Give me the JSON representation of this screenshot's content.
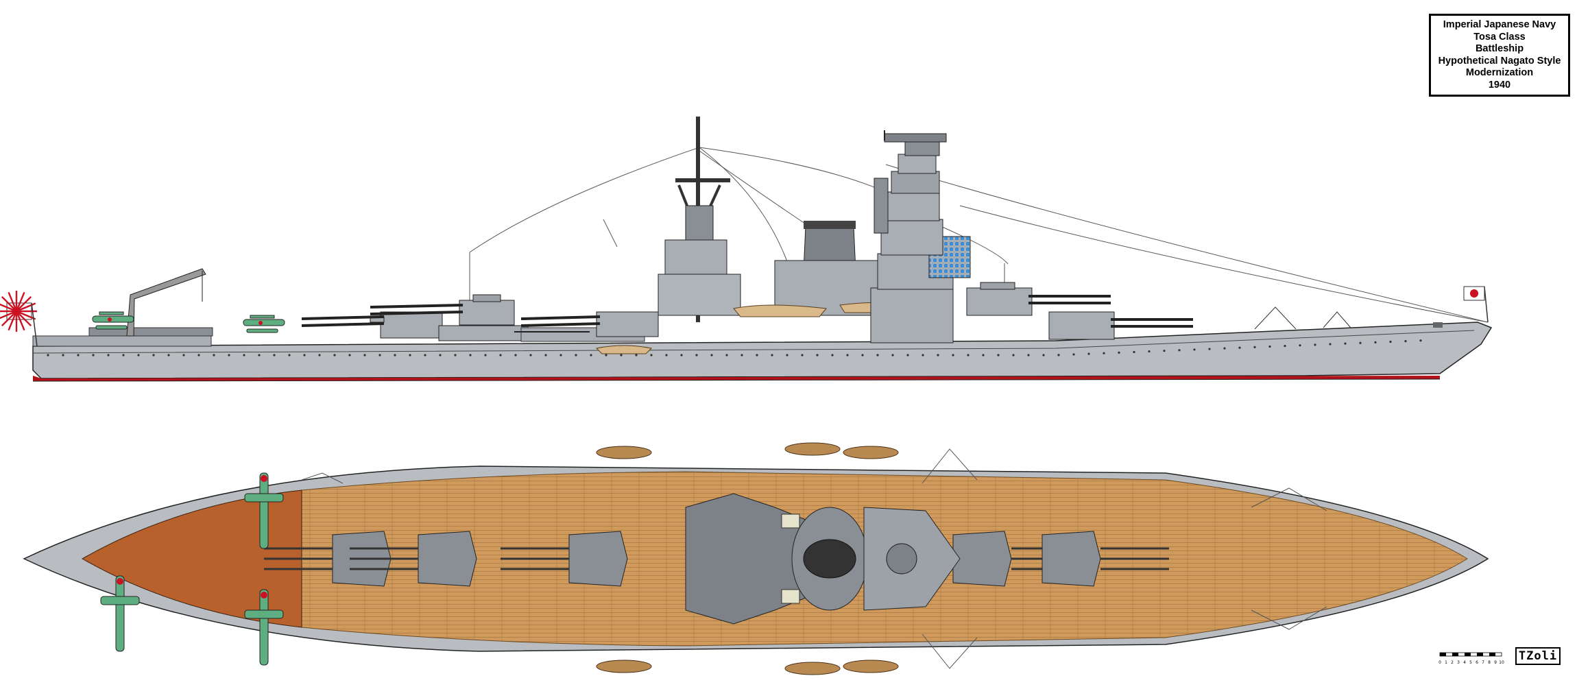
{
  "title_block": {
    "lines": [
      "Imperial Japanese Navy",
      "Tosa Class",
      "Battleship",
      "Hypothetical Nagato Style",
      "Modernization",
      "1940"
    ]
  },
  "signature": "TZoli",
  "scale_bar": {
    "ticks": [
      "0",
      "1",
      "2",
      "3",
      "4",
      "5",
      "6",
      "7",
      "8",
      "9",
      "10"
    ]
  },
  "colors": {
    "hull_grey": "#b9bdc2",
    "superstructure_grey": "#a9aeb4",
    "dark_grey": "#7d8289",
    "waterline_red": "#b3121b",
    "deck_wood": "#cf9a5c",
    "deck_lines": "#a87942",
    "linoleum": "#b8612c",
    "aircraft_green": "#5fae82",
    "hinomaru": "#cc1122",
    "boat_tan": "#d9b98a"
  },
  "icons": {
    "stern_flag": "rising-sun-ensign-icon",
    "bow_flag": "hinomaru-jack-icon",
    "aircraft": "floatplane-icon",
    "turret": "gun-turret-icon"
  }
}
